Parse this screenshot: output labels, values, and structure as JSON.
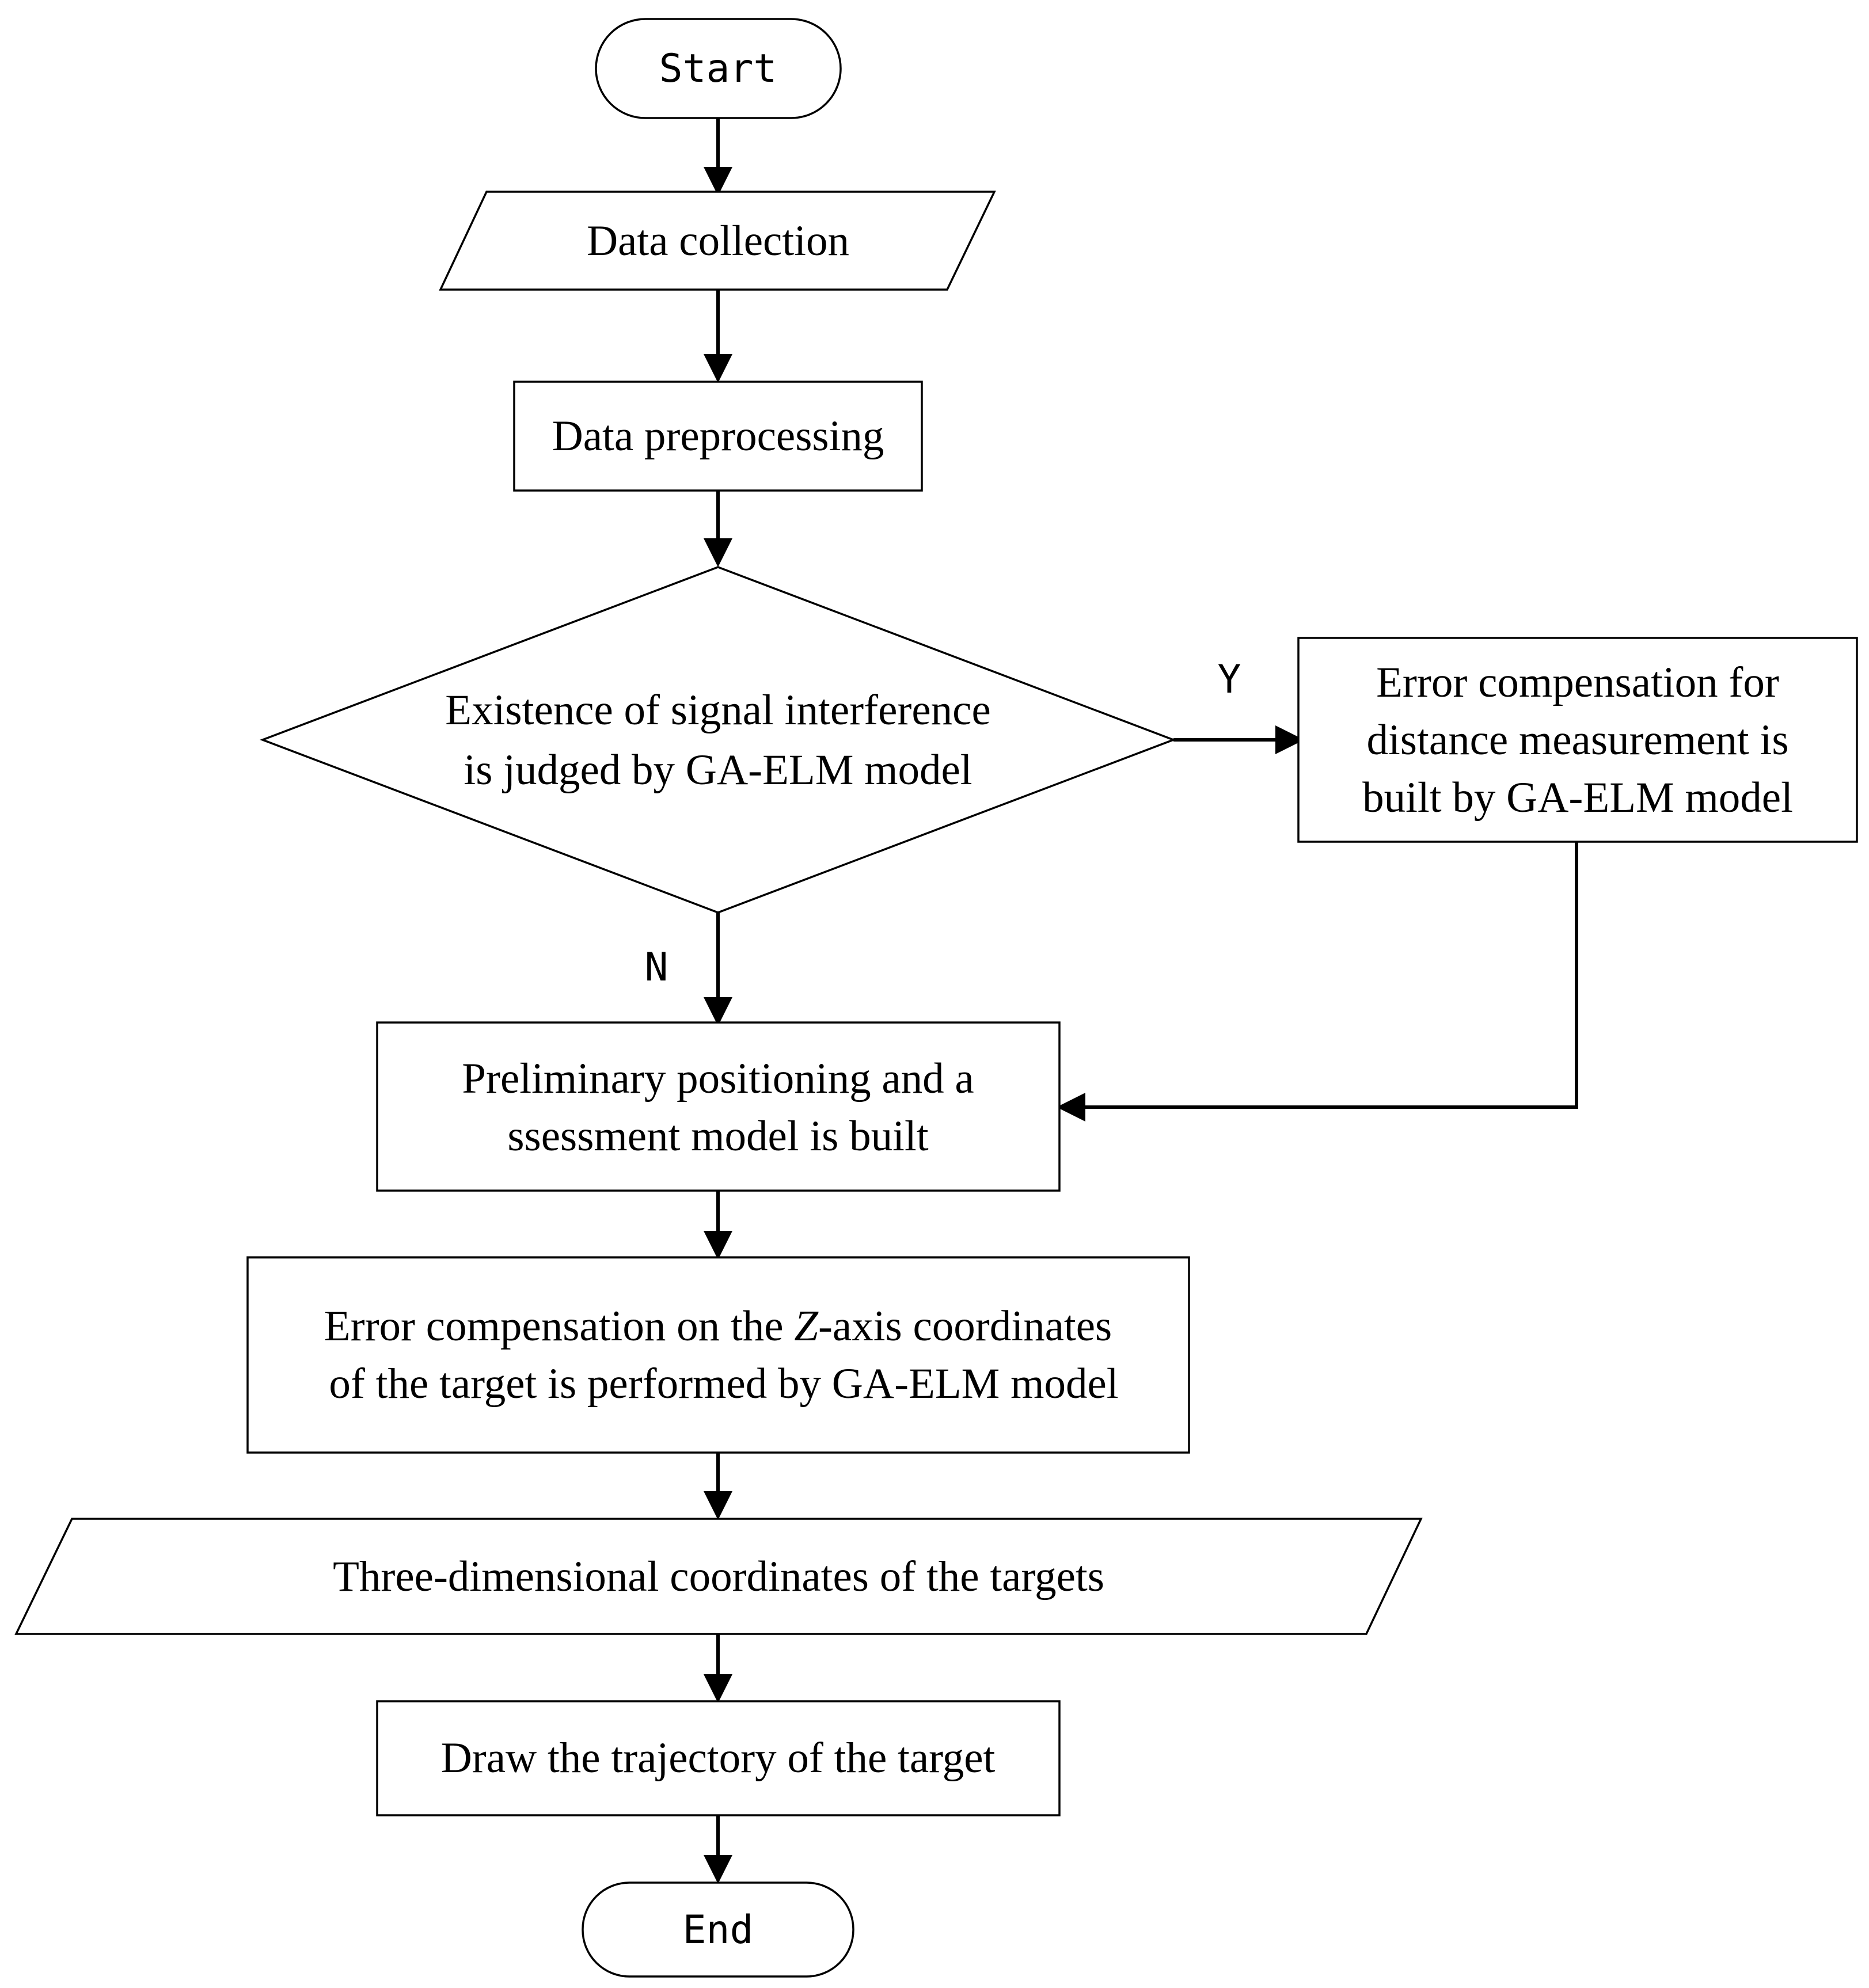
{
  "nodes": {
    "start": {
      "label": "Start"
    },
    "data_collection": {
      "label": "Data collection"
    },
    "preprocessing": {
      "label": "Data preprocessing"
    },
    "decision": {
      "lines": [
        "Existence of signal interference",
        "is judged by GA-ELM model"
      ]
    },
    "error_distance": {
      "lines": [
        "Error compensation for",
        "distance measurement is",
        "built by GA-ELM model"
      ]
    },
    "preliminary": {
      "lines": [
        "Preliminary positioning and a",
        "ssessment model is built"
      ]
    },
    "error_z": {
      "line1_before": "Error compensation on the ",
      "line1_italic": "Z",
      "line1_after": "-axis coordinates",
      "line2": "of the target is performed by GA-ELM model"
    },
    "coords": {
      "label": "Three-dimensional coordinates of the targets"
    },
    "trajectory": {
      "label": "Draw the trajectory of the target"
    },
    "end": {
      "label": "End"
    }
  },
  "edges": {
    "yes_label": "Y",
    "no_label": "N"
  }
}
